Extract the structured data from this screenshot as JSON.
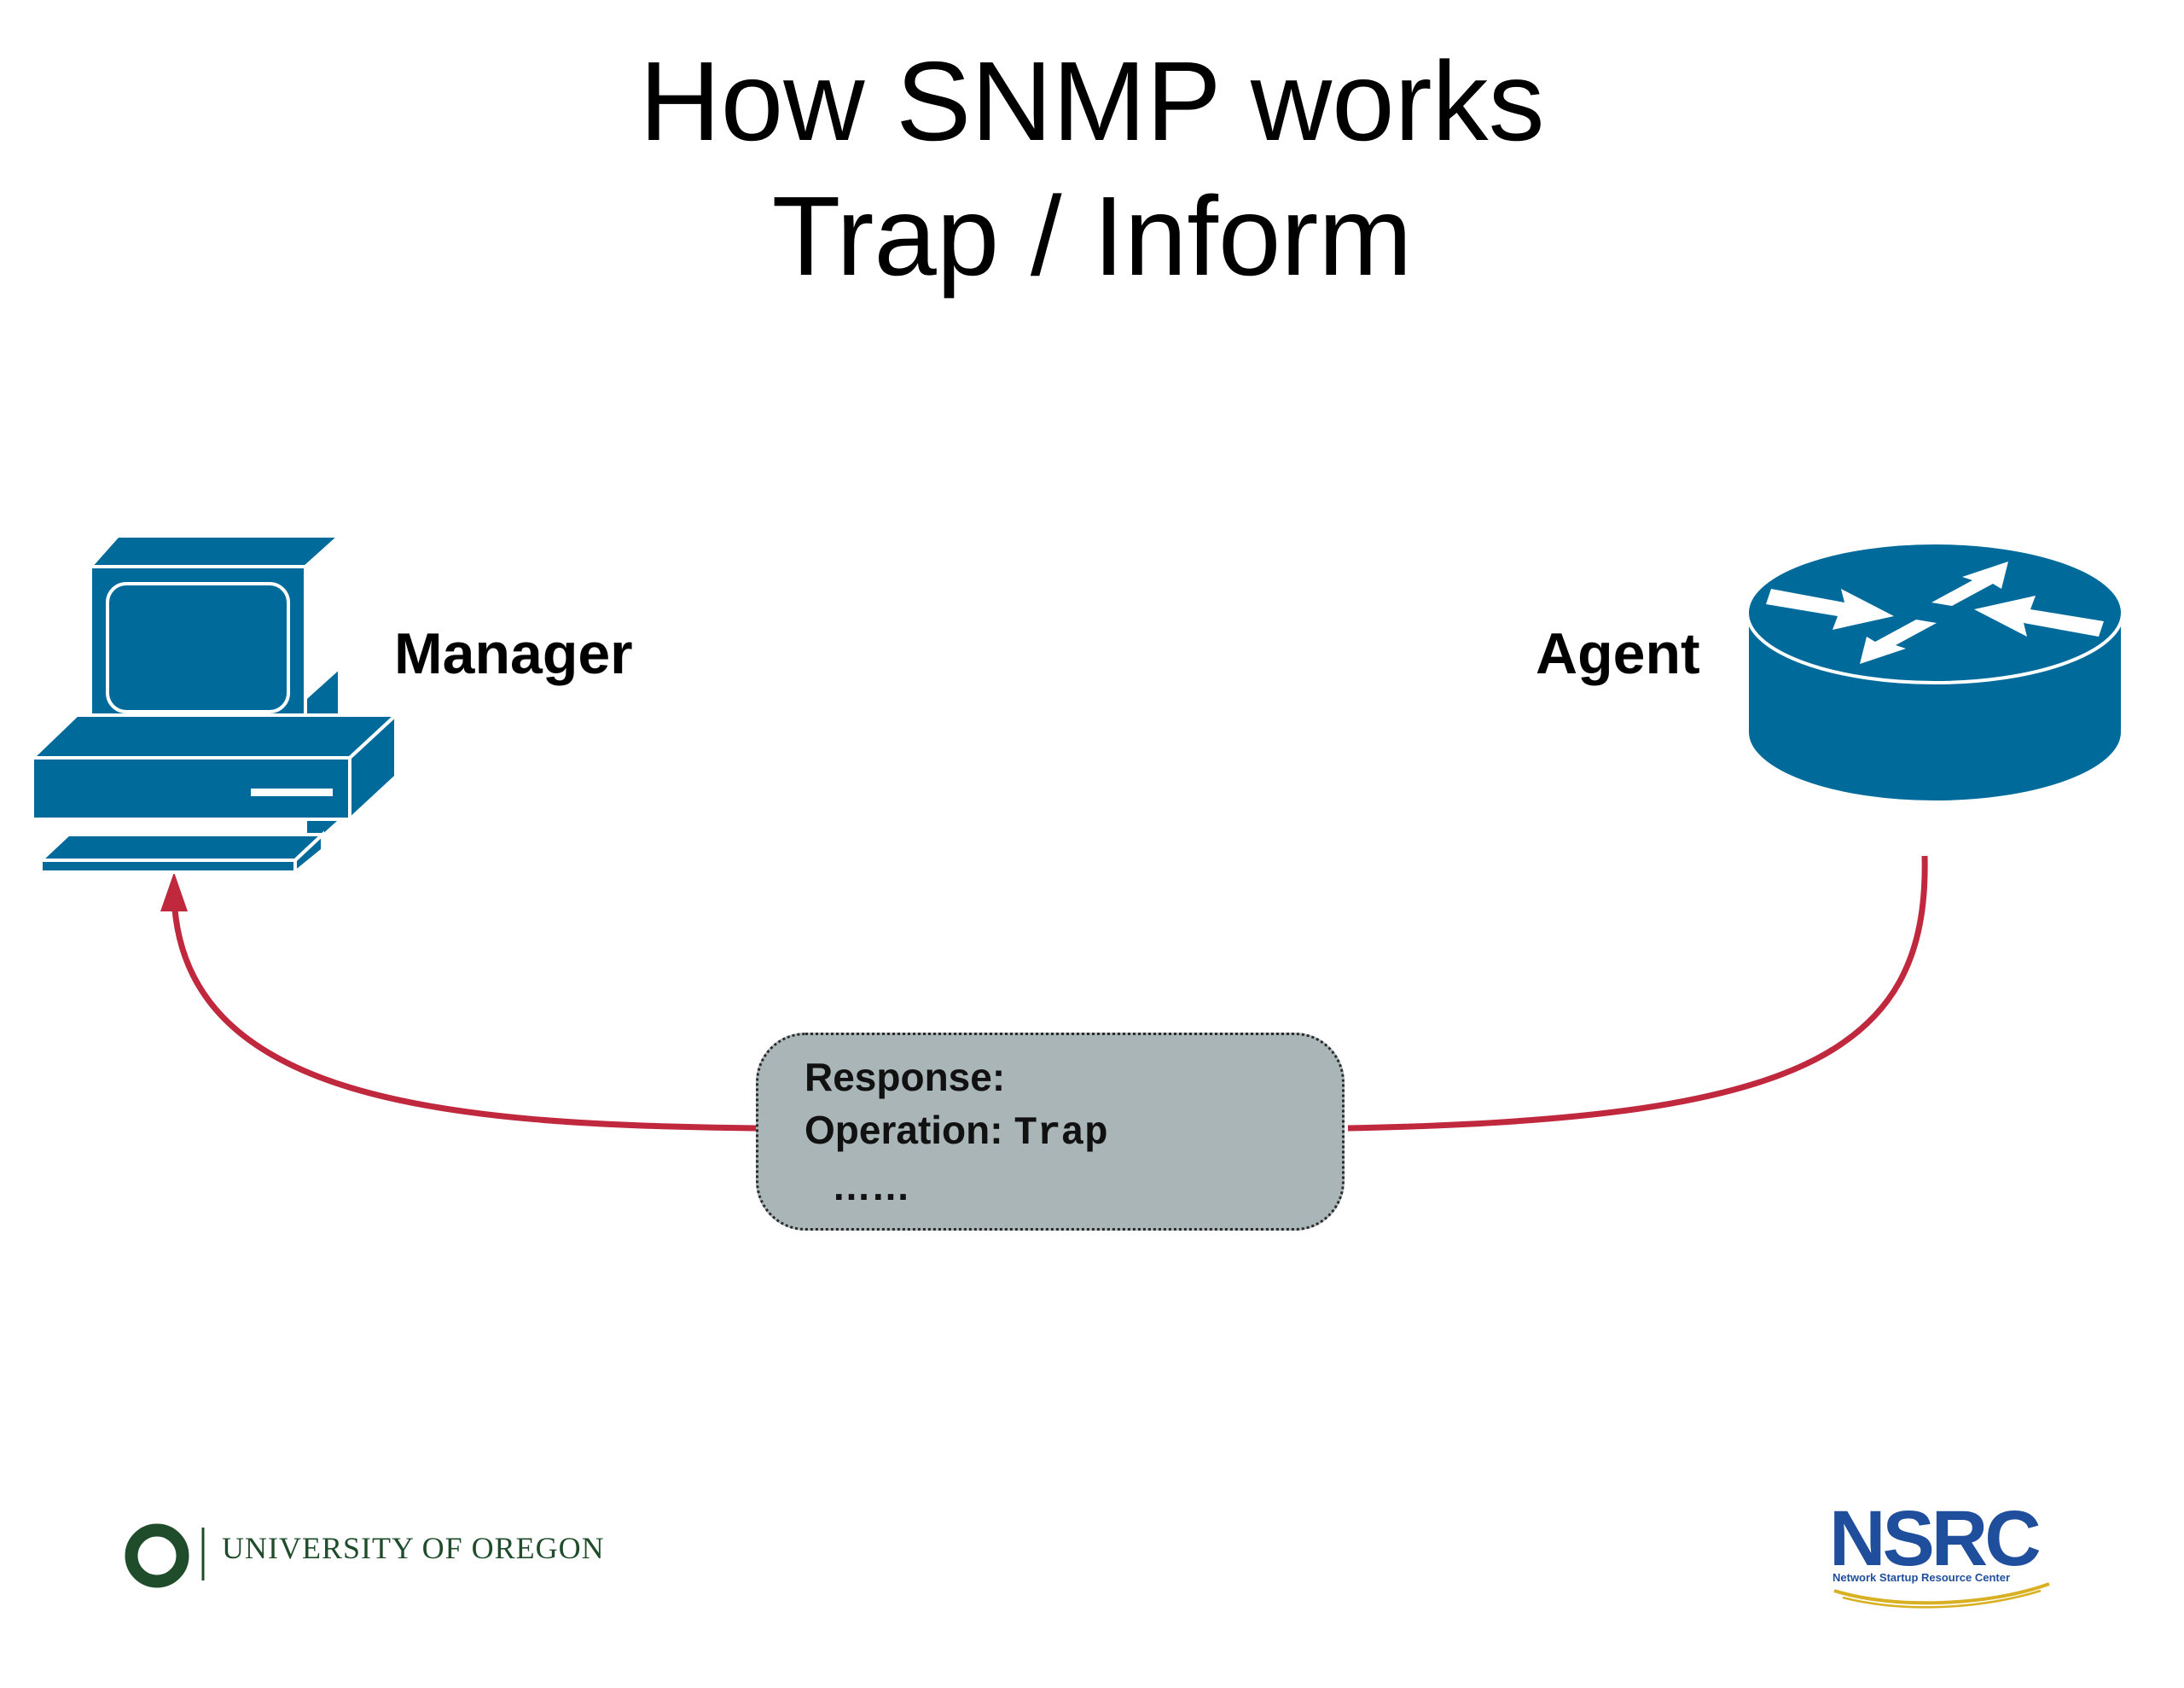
{
  "slide": {
    "title_line1": "How SNMP works",
    "title_line2": "Trap / Inform"
  },
  "nodes": {
    "manager": {
      "label": "Manager",
      "icon": "workstation-icon"
    },
    "agent": {
      "label": "Agent",
      "icon": "router-icon"
    }
  },
  "message": {
    "line1": "Response:",
    "line2_prefix": "Operation: ",
    "line2_value": "Trap",
    "line3": "……"
  },
  "arrow": {
    "from": "agent",
    "to": "manager"
  },
  "logos": {
    "uo_text": "UNIVERSITY OF OREGON",
    "uo_letter": "O",
    "nsrc_text": "NSRC",
    "nsrc_tagline": "Network Startup Resource Center"
  },
  "colors": {
    "device_fill": "#006b9b",
    "arrow": "#c0283e",
    "message_box": "#aab5b8",
    "uo_green": "#1f4d2b",
    "nsrc_blue": "#1f4e9c",
    "nsrc_gold": "#d8b021"
  }
}
